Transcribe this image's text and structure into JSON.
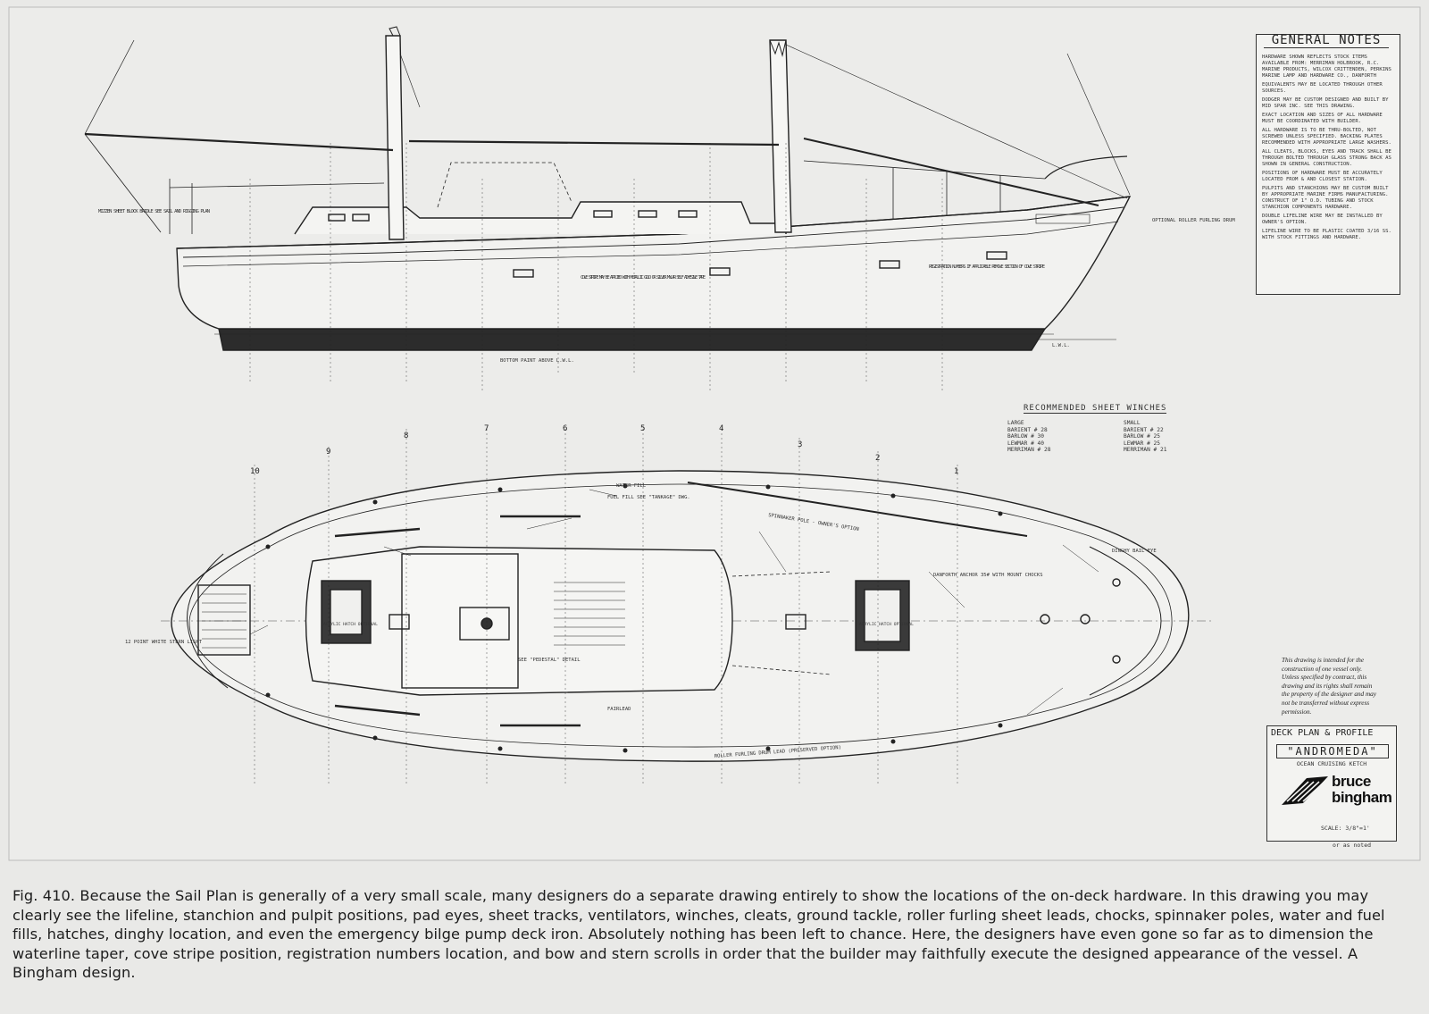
{
  "general_notes": {
    "title": "GENERAL NOTES",
    "items": [
      "Hardware shown reflects stock items available from: Merriman Holbrook, R.C. Marine Products, Wilcox Crittenden, Perkins Marine Lamp and Hardware Co., Danforth",
      "Equivalents may be located through other sources.",
      "Dodger may be custom designed and built by mid spar inc. See this drawing.",
      "Exact location and sizes of all hardware must be coordinated with builder.",
      "All hardware is to be thru-bolted, not screwed unless specified. Backing plates recommended with appropriate large washers.",
      "All cleats, blocks, eyes and track shall be through bolted through glass strong back as shown in general construction.",
      "Positions of hardware must be accurately located from & and closest station.",
      "Pulpits and stanchions may be custom built by appropriate marine firms manufacturing. Construct of 1\" O.D. tubing and stock stanchion components hardware.",
      "Double lifeline wire may be installed by owner's option.",
      "Lifeline wire to be plastic coated 3/16 SS. with stock fittings and hardware."
    ]
  },
  "winches": {
    "title": "RECOMMENDED SHEET WINCHES",
    "large_label": "LARGE",
    "large": [
      "BARIENT # 28",
      "BARLOW # 30",
      "LEWMAR # 40",
      "MERRIMAN # 28"
    ],
    "small_label": "SMALL",
    "small": [
      "BARIENT # 22",
      "BARLOW # 25",
      "LEWMAR # 25",
      "MERRIMAN # 21"
    ]
  },
  "legal_note": "This drawing is intended for the construction of one vessel only. Unless specified by contract, this drawing and its rights shall remain the property of the designer and may not be transferred without express permission.",
  "title_block": {
    "heading": "DECK PLAN & PROFILE",
    "vessel_name": "\"ANDROMEDA\"",
    "vessel_type": "OCEAN CRUISING KETCH",
    "brand_line1": "bruce",
    "brand_line2": "bingham",
    "scale": "SCALE: 3/8\"=1'",
    "as_noted": "or as noted"
  },
  "caption": "Fig. 410. Because the Sail Plan is generally of a very small scale, many designers do a separate drawing entirely to show the locations of the on-deck hardware. In this drawing you may clearly see the lifeline, stanchion and pulpit positions, pad eyes, sheet tracks, ventilators, winches, cleats, ground tackle, roller furling sheet leads, chocks, spinnaker poles, water and fuel fills, hatches, dinghy location, and even the emergency bilge pump deck iron. Absolutely nothing has been left to chance. Here, the designers have even gone so far as to dimension the waterline taper, cove stripe position, registration numbers location, and bow and stern scrolls in order that the builder may faithfully execute the designed appearance of the vessel. A Bingham design.",
  "station_numbers": [
    "10",
    "9",
    "8",
    "7",
    "6",
    "5",
    "4",
    "3",
    "2",
    "1"
  ],
  "profile_labels": {
    "mizzen_sheet": "MIZZEN SHEET BLOCK BRIDLE SEE SAIL AND RIGGING PLAN",
    "cove_stripe": "COVE STRIPE MAY BE APPLIED WITH METALLIC GOLD OR SILVER MYLAR SELF ADHESIVE TAPE",
    "bottom_paint": "BOTTOM PAINT ABOVE L.W.L.",
    "registration": "REGISTRATION NUMBERS IF APPLICABLE REMOVE SECTION OF COVE STRIPE",
    "roller_furling": "OPTIONAL ROLLER FURLING DRUM",
    "lwl": "L.W.L."
  },
  "deck_labels": {
    "water_fill": "WATER FILL",
    "fuel_fill": "FUEL FILL SEE \"TANKAGE\" DWG.",
    "acrylic_aft": "ACRYLIC HATCH OPTIONAL",
    "acrylic_fwd": "ACRYLIC HATCH OPTIONAL",
    "pedestal": "SEE \"PEDESTAL\" DETAIL",
    "spinnaker_pole": "SPINNAKER POLE - OWNER'S OPTION",
    "danforth": "DANFORTH ANCHOR 35# WITH MOUNT CHOCKS",
    "fairlead": "FAIRLEAD",
    "stern_light": "12 POINT WHITE STERN LIGHT",
    "roller_furling_leads": "ROLLER FURLING DRUM LEAD (PRESERVED OPTION)",
    "dinghy": "DINGHY BAIL EYE"
  }
}
